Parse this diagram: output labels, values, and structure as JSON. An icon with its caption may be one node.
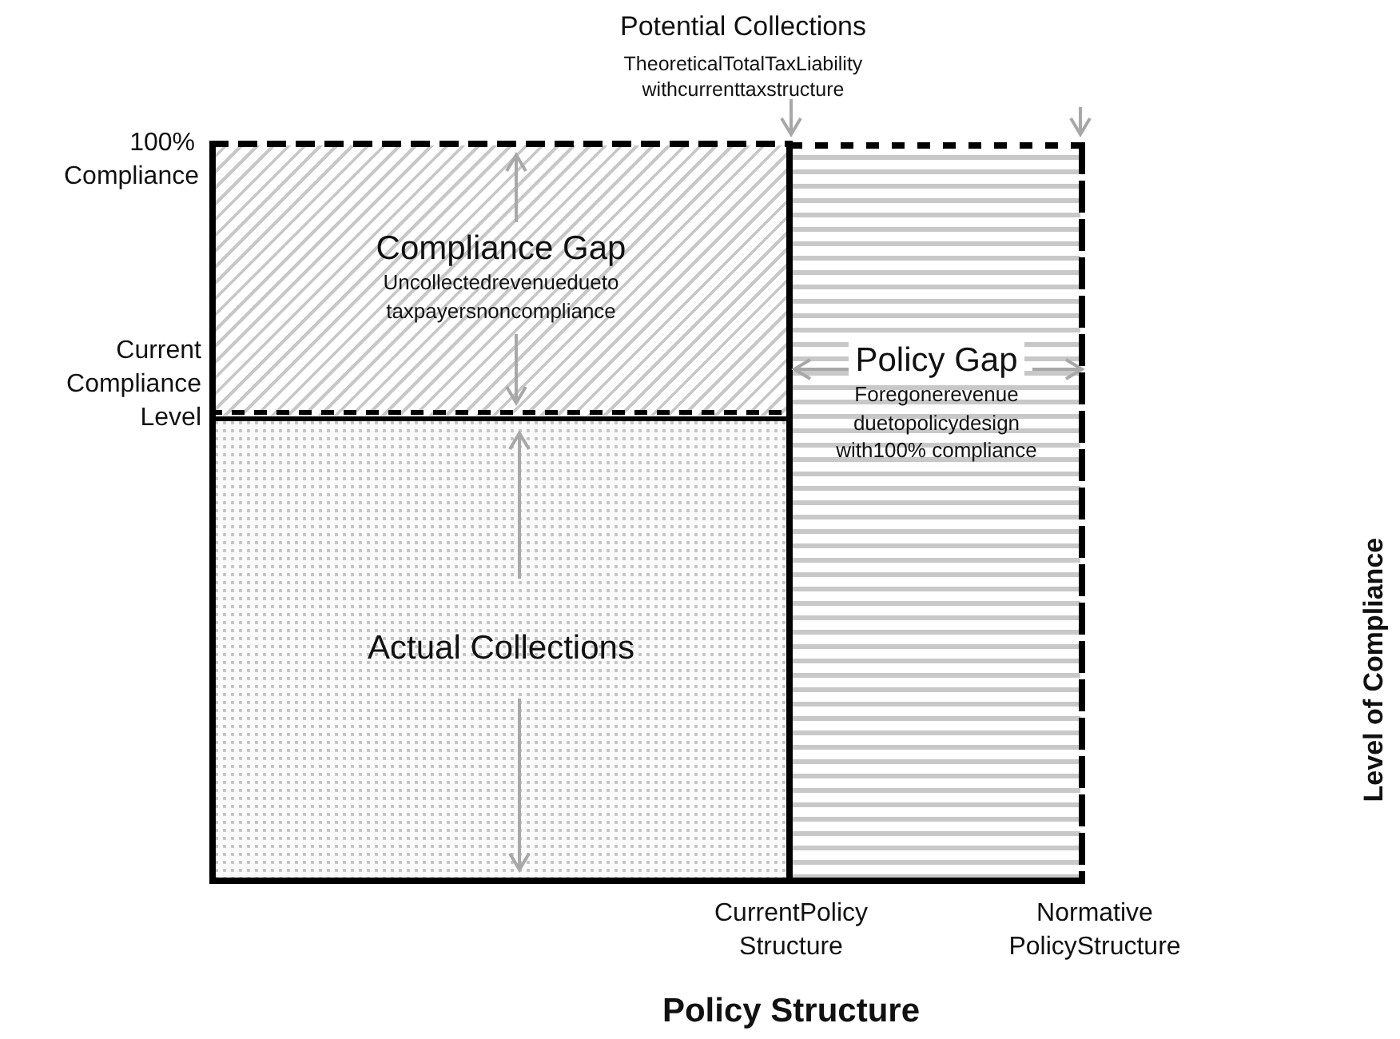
{
  "diagram": {
    "nodes": [
      {
        "text": [
          "Compliance Gap",
          "Uncollectedrevenuedueto taxpayersnoncompliance"
        ]
      },
      {
        "text": [
          "Actual Collections"
        ]
      },
      {
        "text": [
          "Policy Gap",
          "Foregonerevenue duetopolicydesign with100% compliance"
        ]
      }
    ],
    "labels": [
      "Potential Collections",
      "TheoreticalTotalTaxLiability withcurrenttaxstructure",
      "100% Compliance",
      "Current Compliance Level",
      "CurrentPolicy Structure",
      "Normative PolicyStructure",
      "Policy Structure",
      "Level of Compliance"
    ]
  }
}
